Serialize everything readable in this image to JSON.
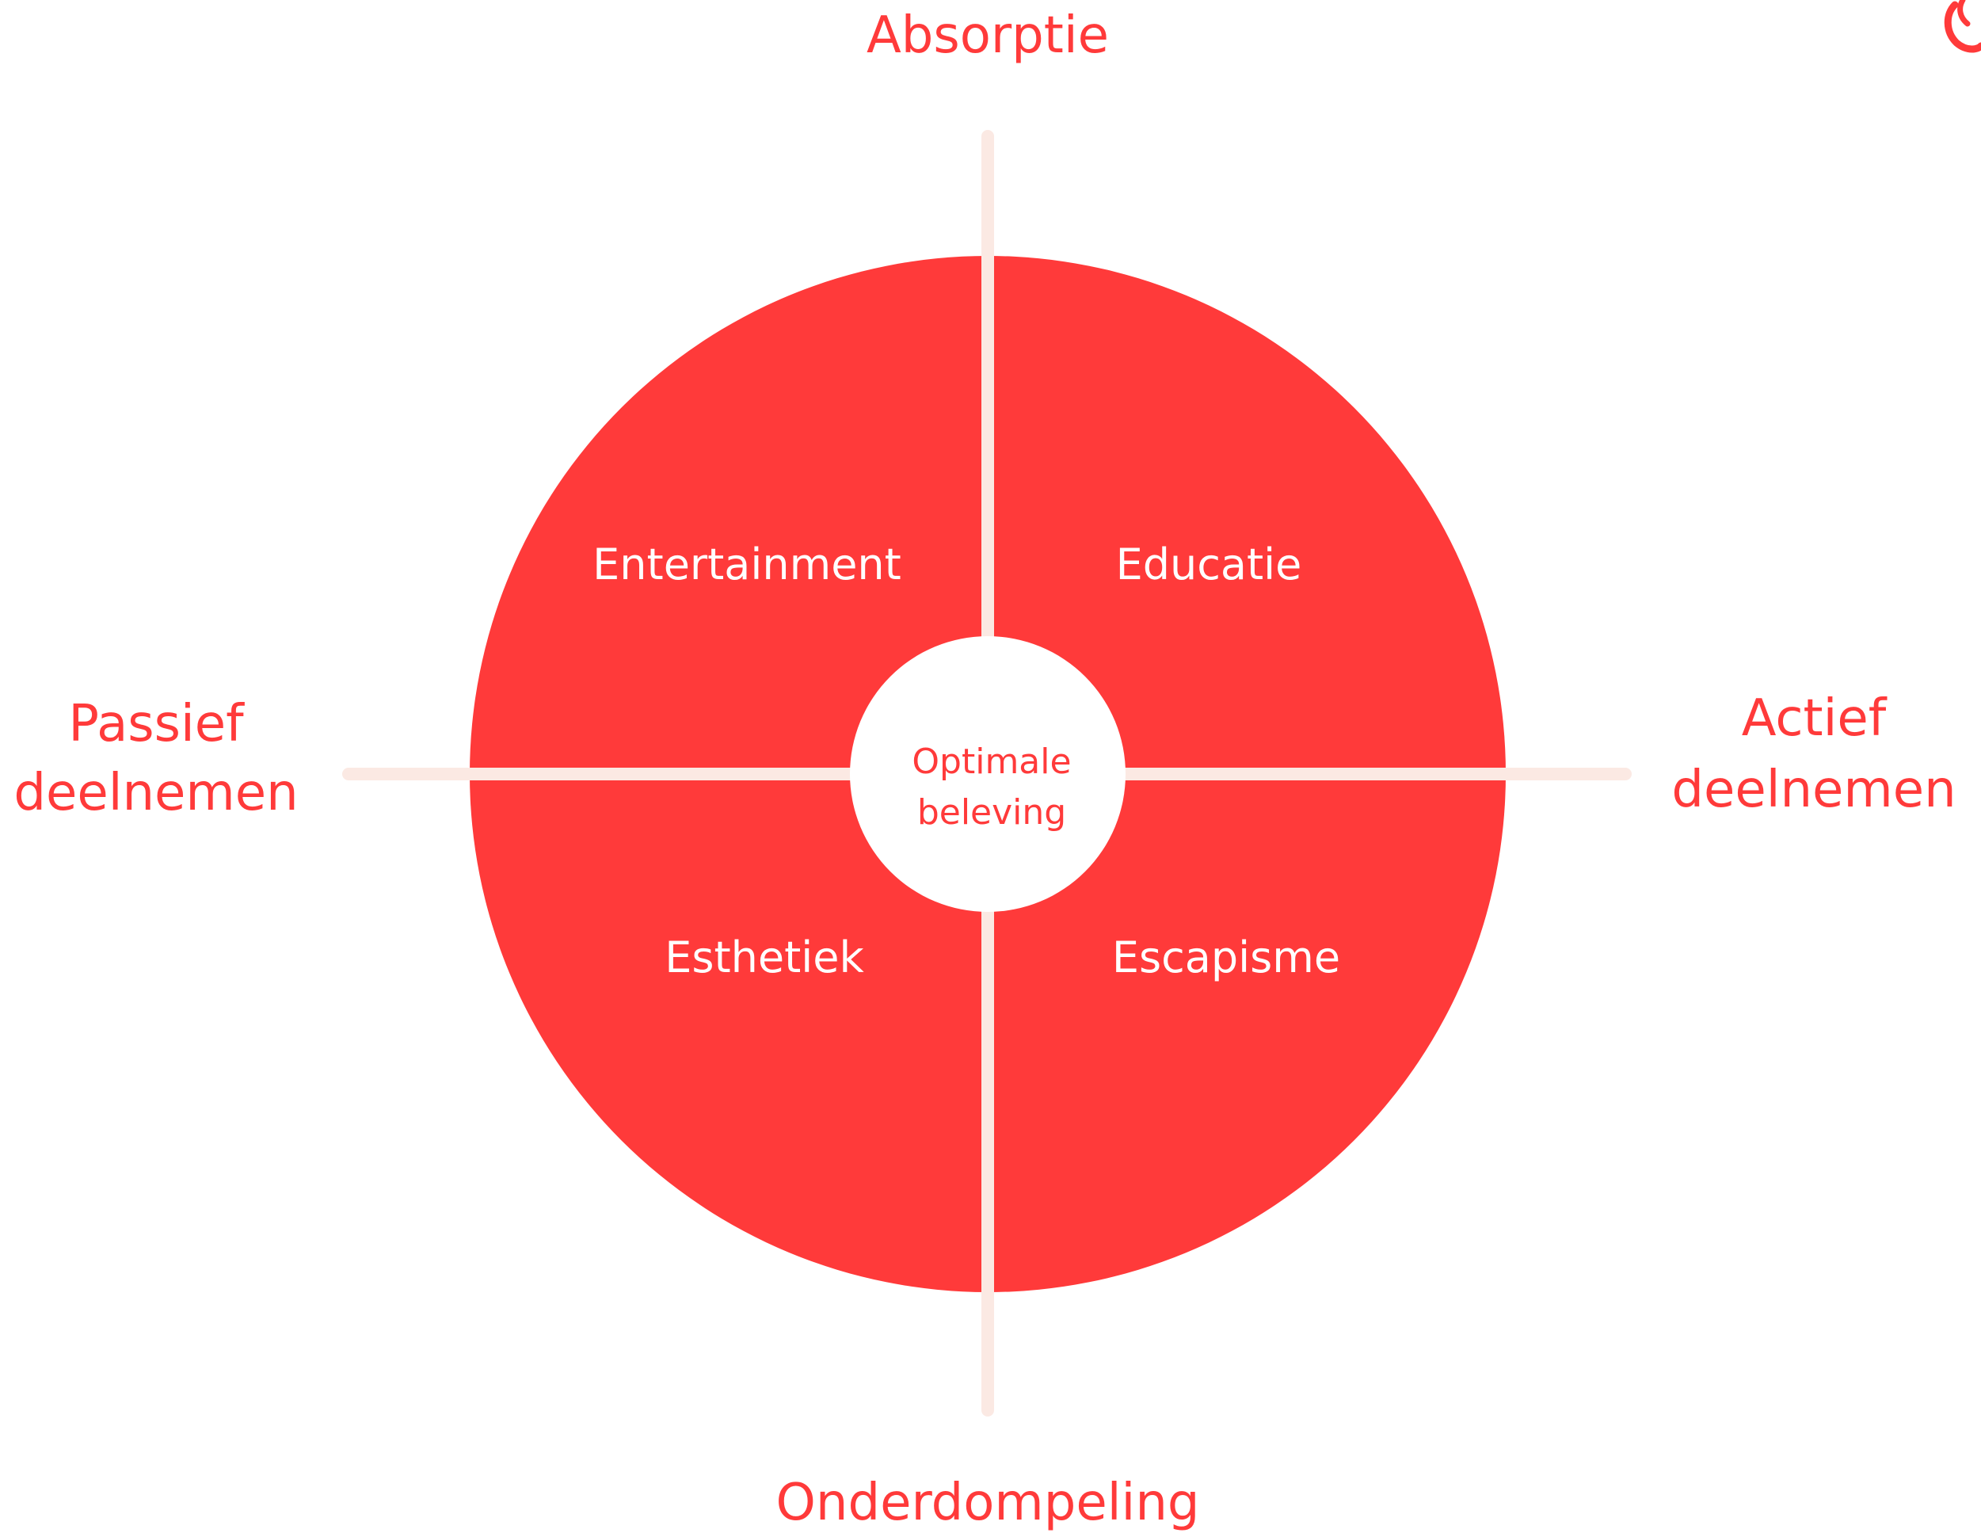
{
  "colors": {
    "accent": "#FF3A3A",
    "axis": "#FBE9E3",
    "quadrant_text": "#FFFFFF",
    "center_fill": "#FFFFFF"
  },
  "axes": {
    "top": "Absorptie",
    "bottom": "Onderdompeling",
    "left": [
      "Passief",
      "deelnemen"
    ],
    "right": [
      "Actief",
      "deelnemen"
    ]
  },
  "quadrants": {
    "top_left": "Entertainment",
    "top_right": "Educatie",
    "bottom_left": "Esthetiek",
    "bottom_right": "Escapisme"
  },
  "center": [
    "Optimale",
    "beleving"
  ],
  "corner_logo": "logo-icon"
}
